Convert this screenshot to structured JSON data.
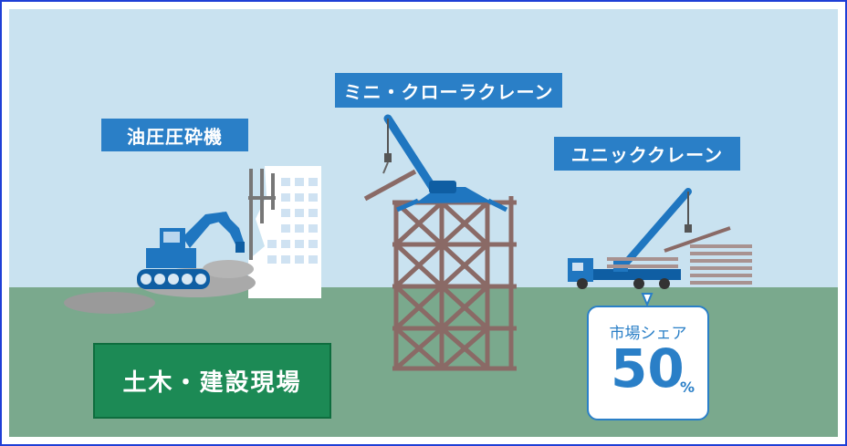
{
  "labels": {
    "breaker": "油圧圧砕機",
    "mini_crawler_crane": "ミニ・クローラクレーン",
    "unic_crane": "ユニッククレーン"
  },
  "site": {
    "label": "土木・建設現場"
  },
  "market_share": {
    "title": "市場シェア",
    "value": "50",
    "unit": "%"
  },
  "colors": {
    "sky": "#c9e2f0",
    "ground": "#7aa98d",
    "label_blue": "#2a7fc7",
    "site_green": "#1c8a55",
    "scaffold": "#8a6a66",
    "frame": "#1f3fd6"
  },
  "icons": [
    "excavator-breaker-icon",
    "building-icon",
    "scaffold-icon",
    "mini-crawler-crane-icon",
    "truck-crane-icon",
    "stacked-beams-icon"
  ]
}
